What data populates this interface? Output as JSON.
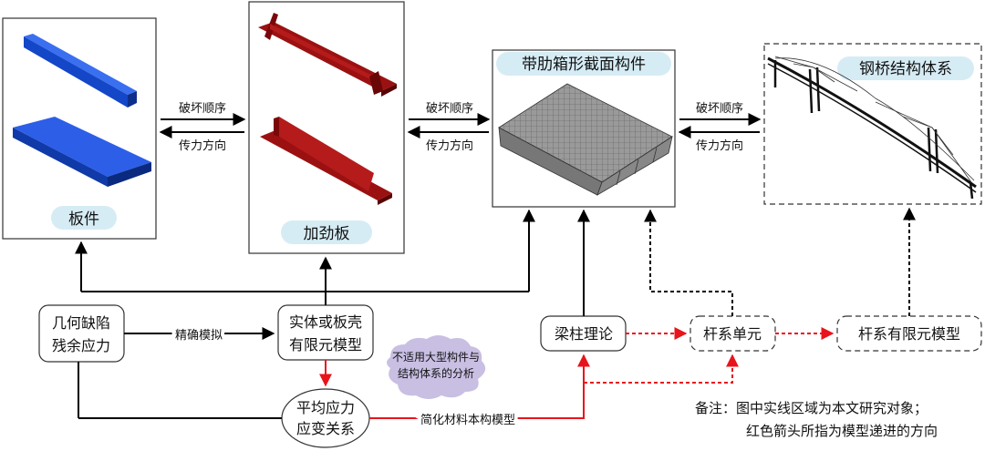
{
  "panels": {
    "plate": "板件",
    "stiffened_plate": "加劲板",
    "box_member": "带肋箱形截面构件",
    "bridge_system": "钢桥结构体系"
  },
  "arrows": {
    "failure_order": "破坏顺序",
    "force_direction": "传力方向"
  },
  "nodes": {
    "imperfection": [
      "几何缺陷",
      "残余应力"
    ],
    "fe_model": [
      "实体或板壳",
      "有限元模型"
    ],
    "stress_strain": [
      "平均应力",
      "应变关系"
    ],
    "beam_column": "梁柱理论",
    "bar_element": "杆系单元",
    "bar_fe_model": "杆系有限元模型"
  },
  "labels": {
    "precise_sim": "精确模拟",
    "simplified": "简化材料本构模型"
  },
  "cloud": [
    "不适用大型构件与",
    "结构体系的分析"
  ],
  "note": {
    "line1": "备注：图中实线区域为本文研究对象；",
    "line2": "红色箭头所指为模型递进的方向"
  },
  "colors": {
    "plate_blue": "#1446c8",
    "stiffener_red": "#8b0a0a",
    "label_bg": "#d6ecf5",
    "red_arrow": "#e8141b",
    "cloud": "#c9bfe3"
  }
}
